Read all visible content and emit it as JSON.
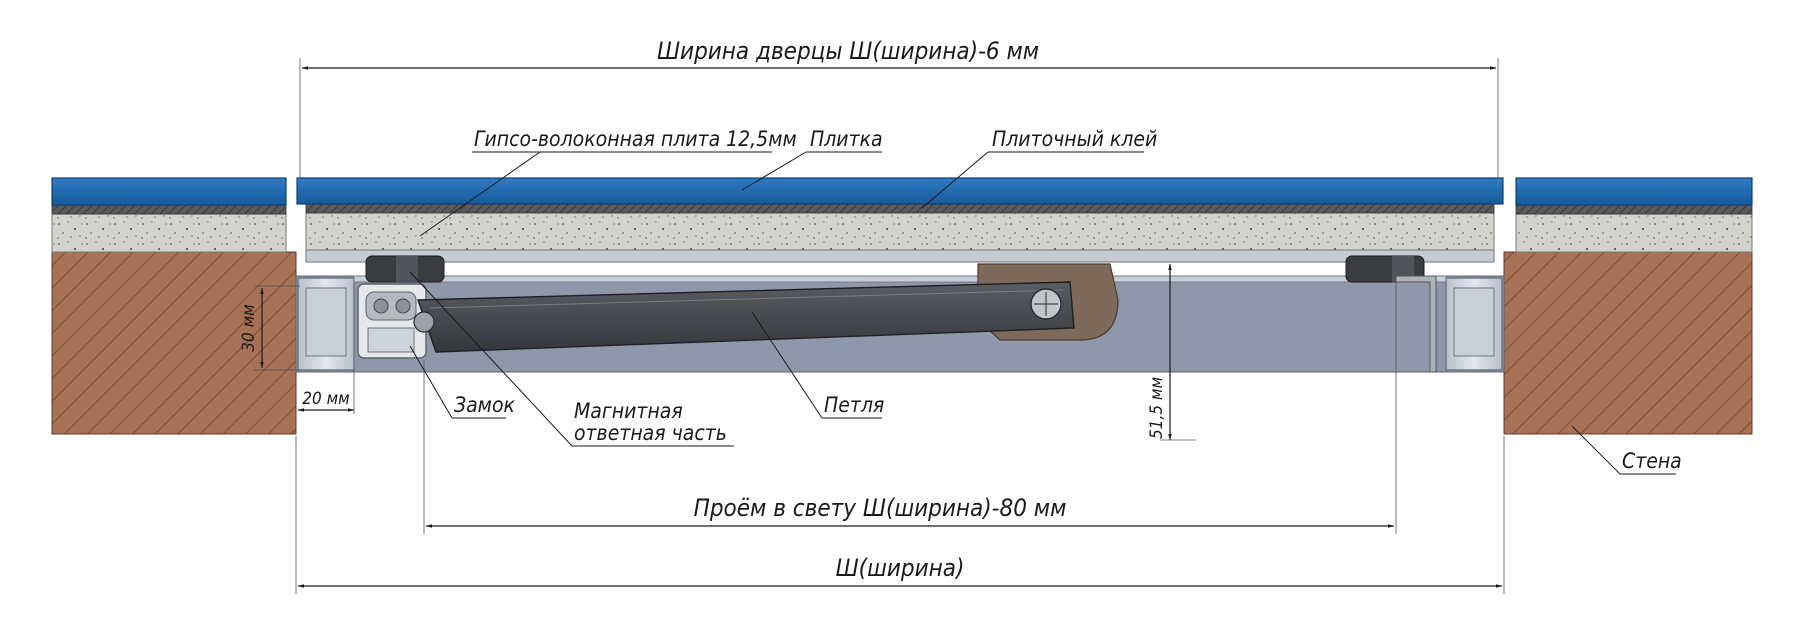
{
  "colors": {
    "tile": "#1e62a8",
    "glue": "#4a4a4a",
    "board": "#d2d2cc",
    "wall": "#a46f55",
    "cavity": "#8f98aa",
    "frame": "#c4cad4",
    "arm": "#4a4d52",
    "bracket": "#7a6756"
  },
  "dimensions": {
    "door_width": "Ширина дверцы Ш(ширина)-6 мм",
    "clear_opening": "Проём в свету Ш(ширина)-80 мм",
    "total_width": "Ш(ширина)",
    "frame_height": "30 мм",
    "frame_offset": "20 мм",
    "depth": "51,5 мм"
  },
  "labels": {
    "gypsum_board": "Гипсо-волоконная плита 12,5мм",
    "tile": "Плитка",
    "tile_glue": "Плиточный клей",
    "lock": "Замок",
    "magnet_line1": "Магнитная",
    "magnet_line2": "ответная часть",
    "hinge": "Петля",
    "wall": "Стена"
  }
}
